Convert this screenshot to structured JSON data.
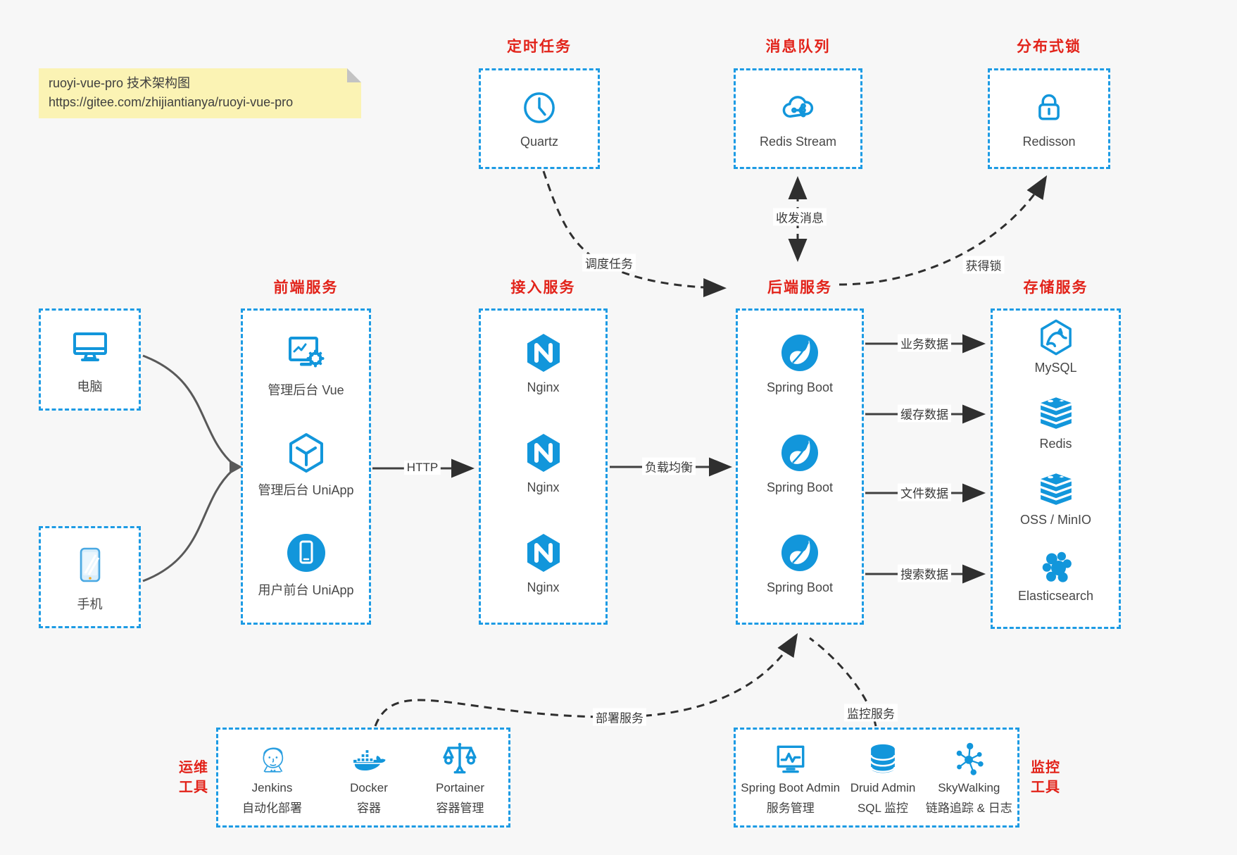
{
  "note": {
    "line1": "ruoyi-vue-pro 技术架构图",
    "line2": "https://gitee.com/zhijiantianya/ruoyi-vue-pro"
  },
  "top_services": [
    {
      "title": "定时任务",
      "item": "Quartz",
      "icon": "clock-icon"
    },
    {
      "title": "消息队列",
      "item": "Redis Stream",
      "icon": "cloud-stream-icon"
    },
    {
      "title": "分布式锁",
      "item": "Redisson",
      "icon": "lock-icon"
    }
  ],
  "clients": [
    {
      "label": "电脑",
      "icon": "desktop-icon"
    },
    {
      "label": "手机",
      "icon": "phone-icon"
    }
  ],
  "columns": [
    {
      "title": "前端服务",
      "items": [
        "管理后台 Vue",
        "管理后台 UniApp",
        "用户前台 UniApp"
      ]
    },
    {
      "title": "接入服务",
      "items": [
        "Nginx",
        "Nginx",
        "Nginx"
      ]
    },
    {
      "title": "后端服务",
      "items": [
        "Spring Boot",
        "Spring Boot",
        "Spring Boot"
      ]
    },
    {
      "title": "存储服务",
      "items": [
        "MySQL",
        "Redis",
        "OSS / MinIO",
        "Elasticsearch"
      ]
    }
  ],
  "arrows": {
    "http": "HTTP",
    "load_balance": "负载均衡",
    "schedule": "调度任务",
    "message": "收发消息",
    "lock": "获得锁",
    "business": "业务数据",
    "cache": "缓存数据",
    "file": "文件数据",
    "search": "搜索数据",
    "deploy": "部署服务",
    "monitor": "监控服务"
  },
  "bottom_left": {
    "title_line1": "运维",
    "title_line2": "工具",
    "items": [
      {
        "name": "Jenkins",
        "desc": "自动化部署"
      },
      {
        "name": "Docker",
        "desc": "容器"
      },
      {
        "name": "Portainer",
        "desc": "容器管理"
      }
    ]
  },
  "bottom_right": {
    "title_line1": "监控",
    "title_line2": "工具",
    "items": [
      {
        "name": "Spring Boot Admin",
        "desc": "服务管理"
      },
      {
        "name": "Druid Admin",
        "desc": "SQL 监控"
      },
      {
        "name": "SkyWalking",
        "desc": "链路追踪 & 日志"
      }
    ]
  },
  "colors": {
    "accent_blue": "#1296db",
    "border_blue": "#1d9be4",
    "title_red": "#e2231a",
    "note_bg": "#fbf3b4",
    "arrow_dark": "#3f3f3f",
    "background": "#f7f7f7"
  }
}
